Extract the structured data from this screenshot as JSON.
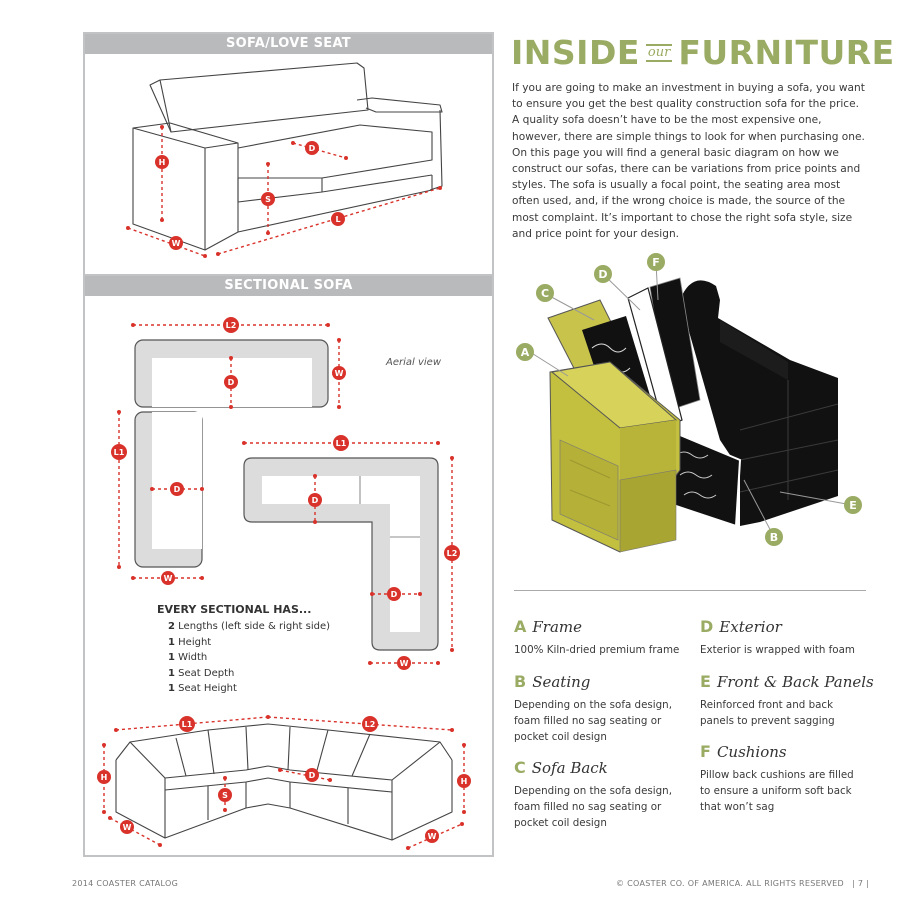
{
  "panel": {
    "sofa_heading": "SOFA/LOVE SEAT",
    "sectional_heading": "SECTIONAL SOFA",
    "aerial_label": "Aerial view",
    "every_title": "EVERY SECTIONAL HAS...",
    "every_items": [
      {
        "count": "2",
        "text": "Lengths (left side & right side)"
      },
      {
        "count": "1",
        "text": "Height"
      },
      {
        "count": "1",
        "text": "Width"
      },
      {
        "count": "1",
        "text": "Seat Depth"
      },
      {
        "count": "1",
        "text": "Seat Height"
      }
    ]
  },
  "dimension_labels": {
    "h": "H",
    "w": "W",
    "d": "D",
    "s": "S",
    "l": "L",
    "l1": "L1",
    "l2": "L2"
  },
  "title": {
    "left": "INSIDE",
    "middle": "our",
    "right": "FURNITURE"
  },
  "intro": "If you are going to make an investment in buying a sofa, you want to ensure you get the best quality construction sofa for the price.  A quality sofa doesn’t have to be the most expensive one, however, there are simple things to look for when purchasing one.  On this page you will find a general basic diagram on how we construct our sofas, there can be variations from price points and styles.  The sofa is usually a focal point, the seating area most often used, and, if the wrong choice is made, the source of the most complaint.  It’s important to chose the right sofa style, size and price point for your design.",
  "diagram_callouts": [
    "A",
    "B",
    "C",
    "D",
    "E",
    "F"
  ],
  "legend": [
    {
      "letter": "A",
      "name": "Frame",
      "desc": "100% Kiln-dried premium frame"
    },
    {
      "letter": "B",
      "name": "Seating",
      "desc": "Depending on the sofa design, foam filled no sag seating or pocket coil design"
    },
    {
      "letter": "C",
      "name": "Sofa Back",
      "desc": "Depending on the sofa design, foam filled no sag seating or pocket coil design"
    },
    {
      "letter": "D",
      "name": "Exterior",
      "desc": "Exterior is wrapped with foam"
    },
    {
      "letter": "E",
      "name": "Front & Back Panels",
      "desc": "Reinforced front and back panels to prevent sagging"
    },
    {
      "letter": "F",
      "name": "Cushions",
      "desc": "Pillow back cushions are filled to ensure a uniform soft back that won’t sag"
    }
  ],
  "footer": {
    "left": "2014 COASTER CATALOG",
    "right": "© COASTER CO. OF AMERICA.  ALL RIGHTS RESERVED",
    "page": "| 7 |"
  },
  "colors": {
    "accent_green": "#9aab63",
    "dimension_red": "#d9322b",
    "panel_gray": "#b9babc"
  }
}
